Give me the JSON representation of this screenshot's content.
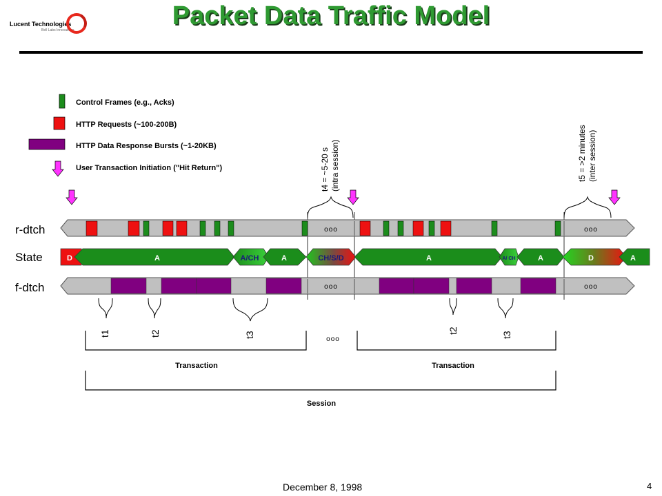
{
  "title": "Packet Data Traffic Model",
  "logo": {
    "name": "Lucent Technologies",
    "tagline": "Bell Labs Innovations"
  },
  "legend": [
    {
      "label": "Control Frames (e.g., Acks)",
      "color": "#1c8c1c",
      "icon": "green-bar"
    },
    {
      "label": "HTTP Requests (~100-200B)",
      "color": "#ee1111",
      "icon": "red-bar"
    },
    {
      "label": "HTTP Data Response Bursts (~1-20KB)",
      "color": "#800080",
      "icon": "purple-bar"
    },
    {
      "label": "User Transaction Initiation (\"Hit Return\")",
      "color": "#ff33ff",
      "icon": "magenta-arrow"
    }
  ],
  "channels": {
    "reverse": "r-dtch",
    "state": "State",
    "forward": "f-dtch"
  },
  "states": [
    "D",
    "A",
    "A/CH",
    "A",
    "CH/S/D",
    "A",
    "A/ CH",
    "A",
    "D",
    "A"
  ],
  "ellipsis": "ooo",
  "intervals": {
    "t1": "t1",
    "t2": "t2",
    "t3": "t3",
    "t4": "t4 = ~5-20 s",
    "t4_sub": "(intra session)",
    "t5": "t5 = >2 minutes",
    "t5_sub": "(inter session)"
  },
  "labels": {
    "transaction": "Transaction",
    "session": "Session"
  },
  "footer": {
    "date": "December 8, 1998",
    "page": "4"
  }
}
